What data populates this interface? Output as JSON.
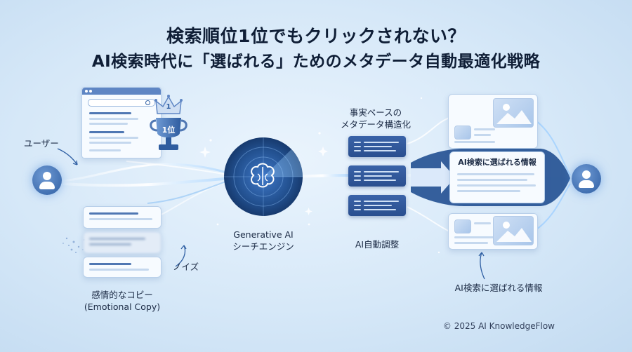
{
  "title": {
    "line1": "検索順位1位でもクリックされない？",
    "line2": "AI検索時代に「選ばれる」ためのメタデータ自動最適化戦略"
  },
  "labels": {
    "user": "ユーザー",
    "rank_badge": "1位",
    "crown_number": "1",
    "engine_line1": "Generative AI",
    "engine_line2": "シーチエンジン",
    "noise": "ノイズ",
    "emotional_line1": "感情的なコピー",
    "emotional_line2": "(Emotional Copy)",
    "meta_line1": "事実ベースの",
    "meta_line2": "メタデータ構造化",
    "auto_adjust": "AI自動調整",
    "chosen_card": "AI検索に選ばれる情報",
    "chosen_caption": "AI検索に選ばれる情報"
  },
  "footer": {
    "copyright": "© 2025 AI KnowledgeFlow"
  },
  "colors": {
    "accent": "#2f5fa3",
    "flow": "#5aa9f0",
    "background": "#d6e8f8"
  },
  "icons": [
    "search-icon",
    "trophy-icon",
    "crown-icon",
    "brain-icon",
    "user-icon",
    "image-icon",
    "arrow-right-icon"
  ]
}
